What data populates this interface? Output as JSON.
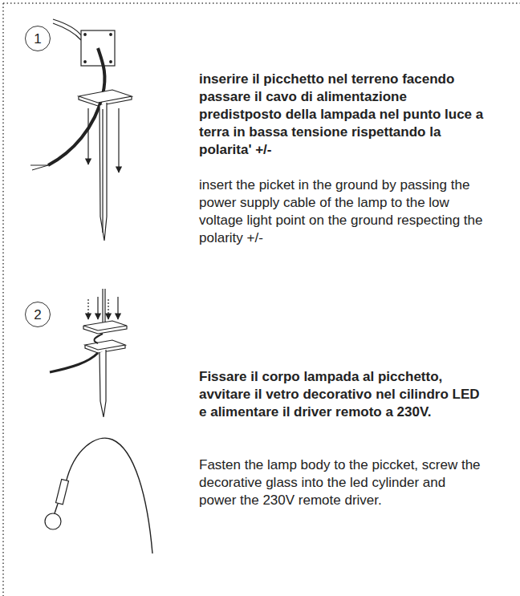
{
  "diagram": {
    "nodes": [
      {
        "text": [
          "1"
        ]
      },
      {
        "text": [
          "2"
        ]
      }
    ],
    "labels": [
      "inserire il picchetto nel terreno facendo passare il cavo di alimentazione predistposto della lampada nel punto luce a terra in bassa tensione rispettando la polarita' +/-",
      "insert the picket in the ground by passing the power supply cable of the lamp to the low voltage light point on the ground respecting the polarity +/-",
      "Fissare il corpo lampada al picchetto, avvitare il vetro decorativo nel cilindro LED e alimentare il driver remoto a 230V.",
      "Fasten the lamp body to the piccket, screw the decorative glass into the led cylinder and power the 230V remote driver."
    ]
  }
}
